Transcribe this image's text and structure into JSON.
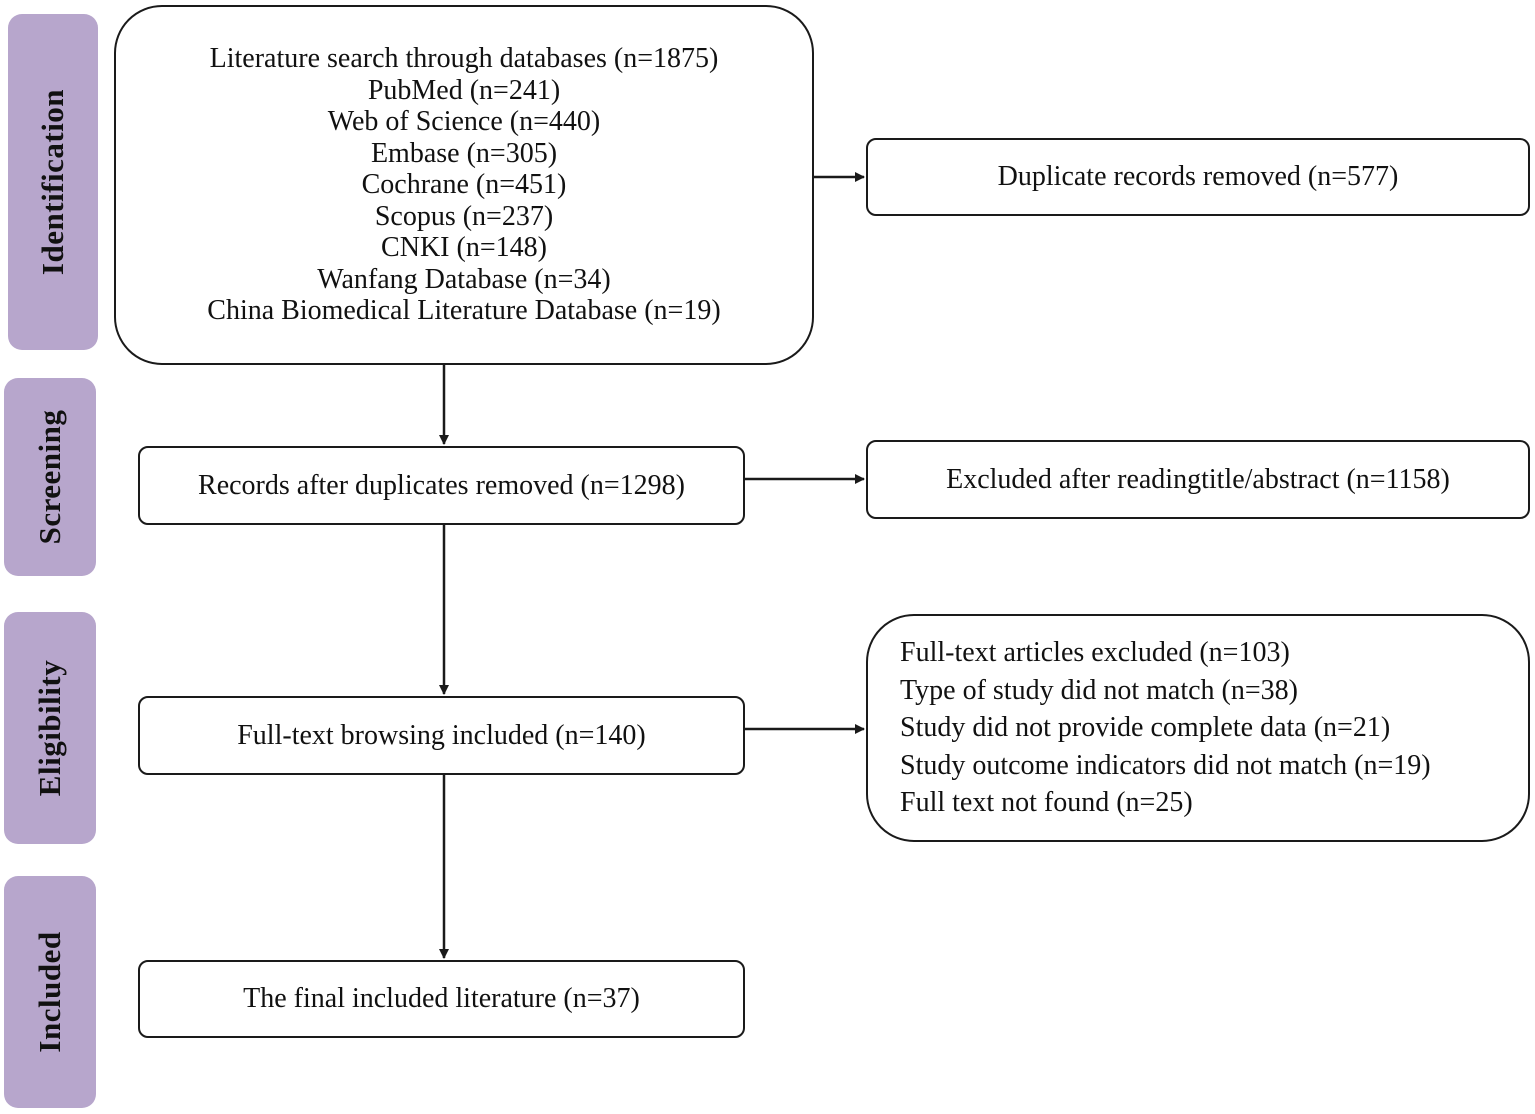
{
  "phases": {
    "identification": "Identification",
    "screening": "Screening",
    "eligibility": "Eligibility",
    "included": "Included"
  },
  "identification_box": {
    "lines": [
      "Literature search through databases (n=1875)",
      "PubMed (n=241)",
      "Web of Science (n=440)",
      "Embase (n=305)",
      "Cochrane (n=451)",
      "Scopus (n=237)",
      "CNKI (n=148)",
      "Wanfang Database (n=34)",
      "China Biomedical Literature Database (n=19)"
    ]
  },
  "duplicates_removed": "Duplicate records removed (n=577)",
  "records_after_duplicates": "Records after duplicates removed (n=1298)",
  "excluded_title_abstract": "Excluded after readingtitle/abstract (n=1158)",
  "full_text_browsing": "Full-text browsing included (n=140)",
  "full_text_excluded": {
    "lines": [
      "Full-text articles excluded (n=103)",
      "Type of study did not match (n=38)",
      "Study did not provide complete data (n=21)",
      "Study outcome indicators did not match (n=19)",
      "Full text not found (n=25)"
    ]
  },
  "final_included": "The final included literature (n=37)",
  "colors": {
    "phase_fill": "#b7a6cc",
    "stroke": "#1a1a1a"
  }
}
